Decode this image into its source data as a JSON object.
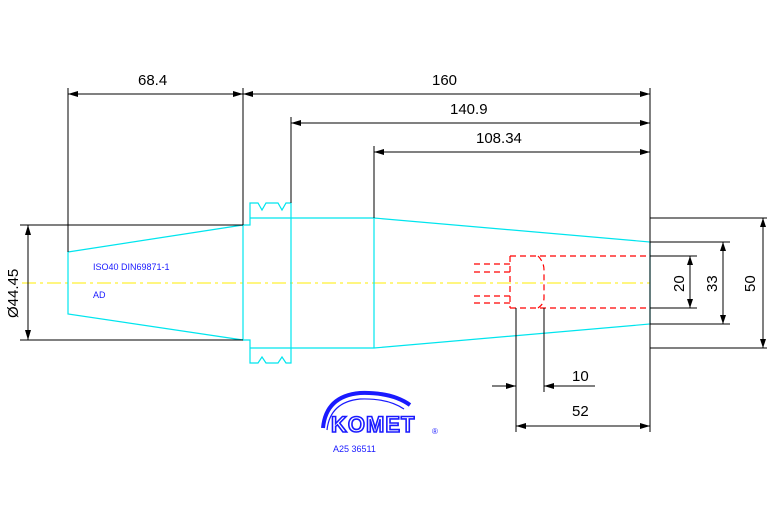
{
  "dimensions": {
    "d68": "68.4",
    "d160": "160",
    "d140": "140.9",
    "d108": "108.34",
    "dia": "Ø44.45",
    "d20": "20",
    "d33": "33",
    "d50": "50",
    "d10": "10",
    "d52": "52"
  },
  "labels": {
    "standard": "ISO40 DIN69871-1",
    "form": "AD",
    "part_number": "A25 36511"
  },
  "logo": {
    "brand": "KOMET",
    "mark": "®"
  },
  "colors": {
    "outline": "#00e5ee",
    "hidden": "#ff0000",
    "axis": "#ffee00",
    "text_blue": "#1a1aff"
  }
}
